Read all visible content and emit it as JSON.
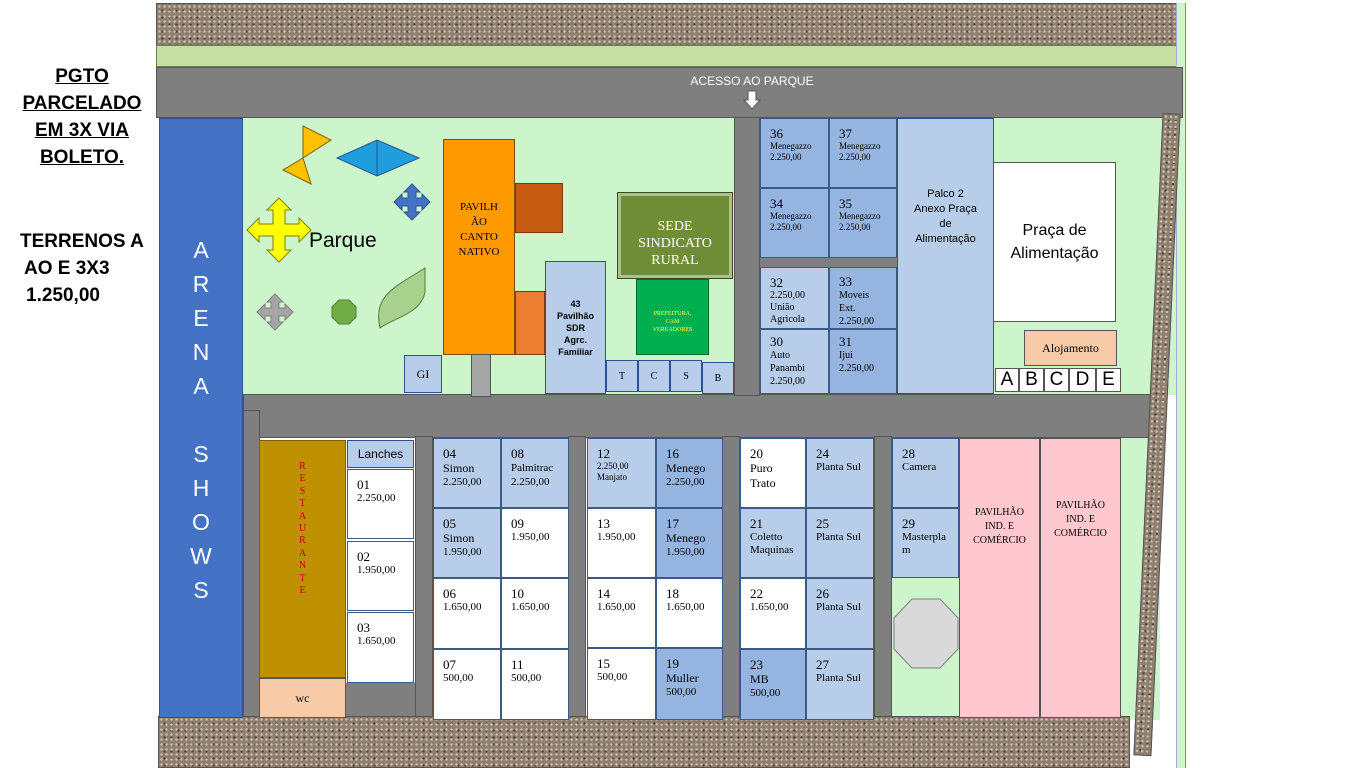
{
  "side_notes": {
    "payment_lines": [
      "PGTO",
      "PARCELADO",
      "EM 3X VIA",
      "BOLETO."
    ],
    "lots_lines": [
      "TERRENOS A",
      "AO E 3X3",
      "1.250,00"
    ]
  },
  "access_label": "ACESSO AO PARQUE",
  "arena_letters": [
    "A",
    "R",
    "E",
    "N",
    "A",
    "",
    "S",
    "H",
    "O",
    "W",
    "S"
  ],
  "restaurante_letters": [
    "R",
    "E",
    "S",
    "T",
    "A",
    "U",
    "R",
    "A",
    "N",
    "T",
    "E"
  ],
  "labels": {
    "parque": "Parque",
    "pavilhao_canto": [
      "PAVILH",
      "ÃO",
      "CANTO",
      "NATIVO"
    ],
    "sede_sindicato": [
      "SEDE",
      "SINDICATO",
      "RURAL"
    ],
    "prefeitura": [
      "PREFEITURA,",
      "CAM",
      "VEREADORES"
    ],
    "pavilhao_sdr": [
      "43",
      "Pavilhão",
      "SDR",
      "Agrc.",
      "Familiar"
    ],
    "gi": "GI",
    "small_boxes": [
      "T",
      "C",
      "S",
      "B"
    ],
    "palco": [
      "Palco 2",
      "Anexo Praça",
      "de",
      "Alimentação"
    ],
    "praca": [
      "Praça de",
      "Alimentação"
    ],
    "alojamento": "Alojamento",
    "abcde": [
      "A",
      "B",
      "C",
      "D",
      "E"
    ],
    "lanches": "Lanches",
    "wc": "wc",
    "pavilhao_ind_1": [
      "PAVILHÃO",
      "IND. E",
      "COMÉRCIO"
    ],
    "pavilhao_ind_2": [
      "PAVILHÃO",
      "IND. E",
      "COMÉRCIO"
    ]
  },
  "colors": {
    "arena": "#4472c4",
    "grass": "#ccf5cc",
    "road": "#7f7f7f",
    "orange": "#ff9900",
    "rust": "#c55a11",
    "olive": "#6f8d37",
    "green": "#00b050",
    "light_blue": "#b7cde9",
    "mid_blue": "#95b5e0",
    "pink": "#ffc7ce",
    "peach": "#f8cba8",
    "brown": "#bf9000"
  },
  "lots": [
    {
      "n": "36",
      "l1": "Menegazzo",
      "l2": "2.250,00"
    },
    {
      "n": "37",
      "l1": "Menegazzo",
      "l2": "2.250,00"
    },
    {
      "n": "34",
      "l1": "Menegazzo",
      "l2": "2.250,00"
    },
    {
      "n": "35",
      "l1": "Menegazzo",
      "l2": "2.250,00"
    },
    {
      "n": "32",
      "l1": "2.250,00",
      "l2": "União",
      "l3": "Agricola"
    },
    {
      "n": "33",
      "l1": "Moveis",
      "l2": "Ext.",
      "l3": "2.250,00"
    },
    {
      "n": "30",
      "l1": "Auto",
      "l2": "Panambi",
      "l3": "2.250,00"
    },
    {
      "n": "31",
      "l1": "Ijui",
      "l2": "2.250,00"
    },
    {
      "n": "01",
      "l1": "2.250,00"
    },
    {
      "n": "02",
      "l1": "1.950,00"
    },
    {
      "n": "03",
      "l1": "1.650,00"
    },
    {
      "n": "04",
      "o": "Simon",
      "l1": "2.250,00"
    },
    {
      "n": "08",
      "l1": "Palmitrac",
      "l2": "2.250,00"
    },
    {
      "n": "05",
      "o": "Simon",
      "l1": "1.950,00"
    },
    {
      "n": "09",
      "l1": "1.950,00"
    },
    {
      "n": "06",
      "l1": "1.650,00"
    },
    {
      "n": "10",
      "l1": "1.650,00"
    },
    {
      "n": "07",
      "l1": "500,00"
    },
    {
      "n": "11",
      "l1": "500,00"
    },
    {
      "n": "12",
      "l1": "2.250,00",
      "l2": "Manjato"
    },
    {
      "n": "16",
      "o": "Menego",
      "l1": "2.250,00"
    },
    {
      "n": "13",
      "l1": "1.950,00"
    },
    {
      "n": "17",
      "o": "Menego",
      "l1": "1.950,00"
    },
    {
      "n": "14",
      "l1": "1.650,00"
    },
    {
      "n": "18",
      "l1": "1.650,00"
    },
    {
      "n": "15",
      "l1": "500,00"
    },
    {
      "n": "19",
      "o": "Muller",
      "l1": "500,00"
    },
    {
      "n": "20",
      "o": "Puro",
      "o2": "Trato"
    },
    {
      "n": "24",
      "l1": "Planta Sul"
    },
    {
      "n": "21",
      "l1": "Coletto",
      "l2": "Maquinas"
    },
    {
      "n": "25",
      "l1": "Planta Sul"
    },
    {
      "n": "22",
      "l1": "1.650,00"
    },
    {
      "n": "26",
      "l1": "Planta Sul"
    },
    {
      "n": "23",
      "o": "MB",
      "l1": "500,00"
    },
    {
      "n": "27",
      "l1": "Planta Sul"
    },
    {
      "n": "28",
      "l1": "Camera"
    },
    {
      "n": "29",
      "l1": "Masterpla",
      "l2": "m"
    }
  ]
}
